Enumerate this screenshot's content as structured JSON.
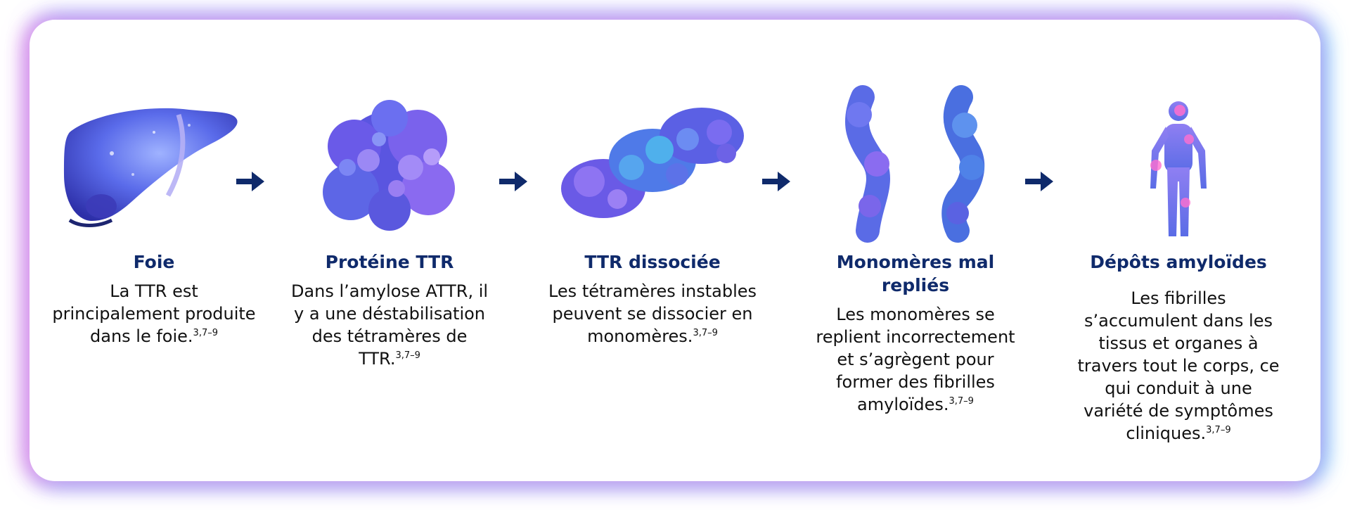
{
  "steps": [
    {
      "title": "Foie",
      "desc": "La TTR est principalement produite dans le foie.",
      "ref": "3,7–9",
      "icon": "liver-icon"
    },
    {
      "title": "Protéine TTR",
      "desc": "Dans l’amylose ATTR, il y a une déstabilisation des tétramères de TTR.",
      "ref": "3,7–9",
      "icon": "ttr-protein-icon"
    },
    {
      "title": "TTR dissociée",
      "desc": "Les tétramères instables peuvent se dissocier en monomères.",
      "ref": "3,7–9",
      "icon": "dissociated-ttr-icon"
    },
    {
      "title": "Monomères mal repliés",
      "desc": "Les monomères se replient incorrectement et s’agrègent pour former des fibrilles amyloïdes.",
      "ref": "3,7–9",
      "icon": "misfolded-monomers-icon"
    },
    {
      "title": "Dépôts amyloïdes",
      "desc": "Les fibrilles s’accumulent dans les tissus et organes à travers tout le corps, ce qui conduit à une variété de symptômes cliniques.",
      "ref": "3,7–9",
      "icon": "human-body-icon"
    }
  ],
  "colors": {
    "title": "#0f2a6b",
    "arrow": "#0f2a6b",
    "purple": "#6a55e0",
    "blue": "#4a6fe0",
    "violet": "#9a6cf0",
    "pink": "#f070d0"
  }
}
